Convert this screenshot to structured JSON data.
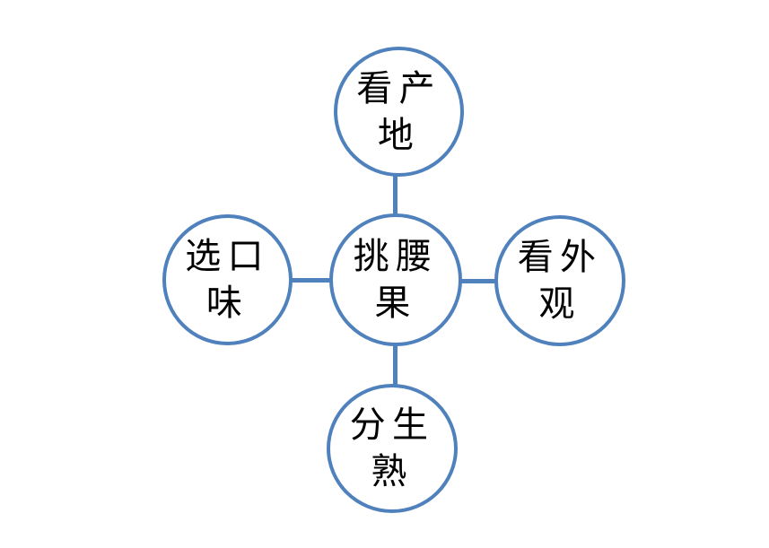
{
  "diagram": {
    "type": "radial",
    "accent_color": "#4F81BD",
    "background_color": "#ffffff",
    "text_color": "#000000",
    "nodes": [
      {
        "id": "center",
        "role": "hub",
        "label": "挑腰果"
      },
      {
        "id": "top",
        "role": "spoke",
        "label": "看产地"
      },
      {
        "id": "left",
        "role": "spoke",
        "label": "选口味"
      },
      {
        "id": "right",
        "role": "spoke",
        "label": "看外观"
      },
      {
        "id": "bottom",
        "role": "spoke",
        "label": "分生熟"
      }
    ],
    "edges": [
      {
        "from": "center",
        "to": "top"
      },
      {
        "from": "center",
        "to": "left"
      },
      {
        "from": "center",
        "to": "right"
      },
      {
        "from": "center",
        "to": "bottom"
      }
    ]
  }
}
